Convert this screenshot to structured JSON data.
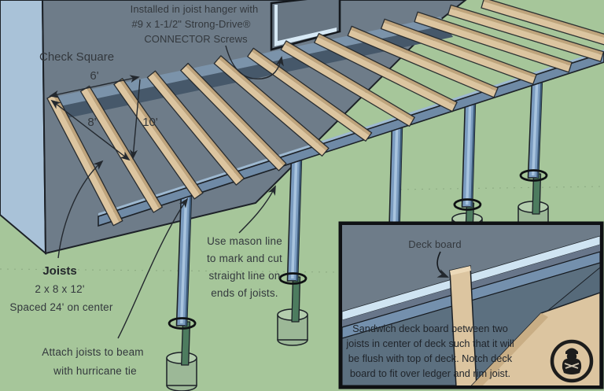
{
  "illustration": {
    "notes": {
      "hanger": [
        "Installed in joist hanger with",
        "#9 x 1-1/2\" Strong-Drive®",
        "CONNECTOR Screws"
      ],
      "check_square": "Check Square",
      "dim_six": "6'",
      "dim_eight": "8'",
      "dim_ten": "10'",
      "joists_title": "Joists",
      "joists_size": "2 x 8 x 12'",
      "joists_spacing": "Spaced 24' on center",
      "attach": [
        "Attach joists to beam",
        "with hurricane tie"
      ],
      "mason": [
        "Use mason line",
        "to mark and cut",
        "straight line on",
        "ends of joists."
      ]
    },
    "inset": {
      "label": "Deck board",
      "note": [
        "Sandwich deck board between two",
        "joists in center of deck such that it will",
        "be flush with top of deck. Notch deck",
        "board to fit over ledger and rim joist."
      ]
    },
    "icons": {
      "logo": "worker-in-circle-stamp"
    },
    "colors": {
      "grass": "#a6c69a",
      "wall": "#6e7c89",
      "side_wall": "#a9c2d8",
      "window_sill": "#d7e9f5",
      "joist_face": "#dcc5a0",
      "joist_edge": "#bfa47c",
      "ledger_light": "#7b93aa",
      "ledger_shadow": "#46586a",
      "beam_face": "#6f8aa6",
      "beam_top": "#9db8d0",
      "post": "#7b9cc0",
      "post_highlight": "#a8c4de",
      "post_shade": "#3c5a78",
      "post_buried": "#4d7c5f",
      "footing": "#9cb897",
      "footing_top": "#b4ceae",
      "outline": "#1c2127",
      "text": "#33383d",
      "inset_deck_bg": "#5c7080"
    },
    "structure": {
      "joist_count": 14,
      "post_count": 5
    }
  }
}
